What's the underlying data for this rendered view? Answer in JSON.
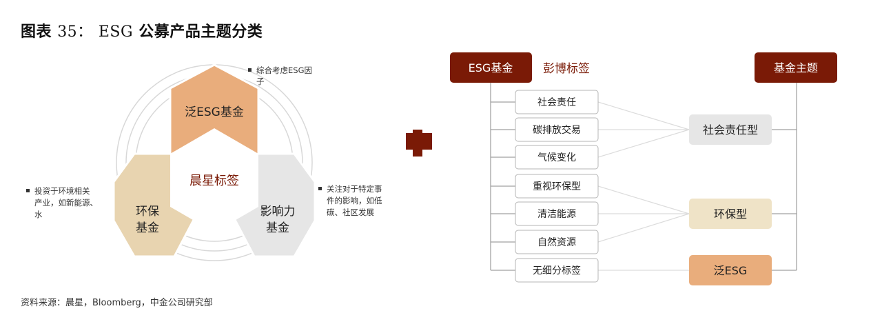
{
  "title": {
    "prefix": "图表",
    "number": "35：",
    "en": "ESG",
    "cn": "公募产品主题分类"
  },
  "source": "资料来源：晨星，Bloomberg，中金公司研究部",
  "left_diagram": {
    "center": "晨星标签",
    "hex_top": "泛ESG基金",
    "hex_left_1": "环保",
    "hex_left_2": "基金",
    "hex_right_1": "影响力",
    "hex_right_2": "基金",
    "note_top_1": "综合考虑ESG因",
    "note_top_2": "子",
    "note_left_1": "投资于环境相关",
    "note_left_2": "产业，如新能源、",
    "note_left_3": "水",
    "note_right_1": "关注对于特定事",
    "note_right_2": "件的影响，如低",
    "note_right_3": "碳、社区发展"
  },
  "right_diagram": {
    "esg_fund": "ESG基金",
    "pengbo_label": "彭博标签",
    "fund_theme": "基金主题",
    "tags": [
      "社会责任",
      "碳排放交易",
      "气候变化",
      "重视环保型",
      "清洁能源",
      "自然资源",
      "无细分标签"
    ],
    "themes": [
      "社会责任型",
      "环保型",
      "泛ESG"
    ]
  },
  "colors": {
    "dark_red": "#7a1a06",
    "hex_top": "#e9ad7c",
    "hex_left": "#e8d4b0",
    "hex_right": "#e6e6e6",
    "theme_social": "#e6e6e6",
    "theme_env": "#efe3c7",
    "theme_esg": "#e9ad7c"
  }
}
